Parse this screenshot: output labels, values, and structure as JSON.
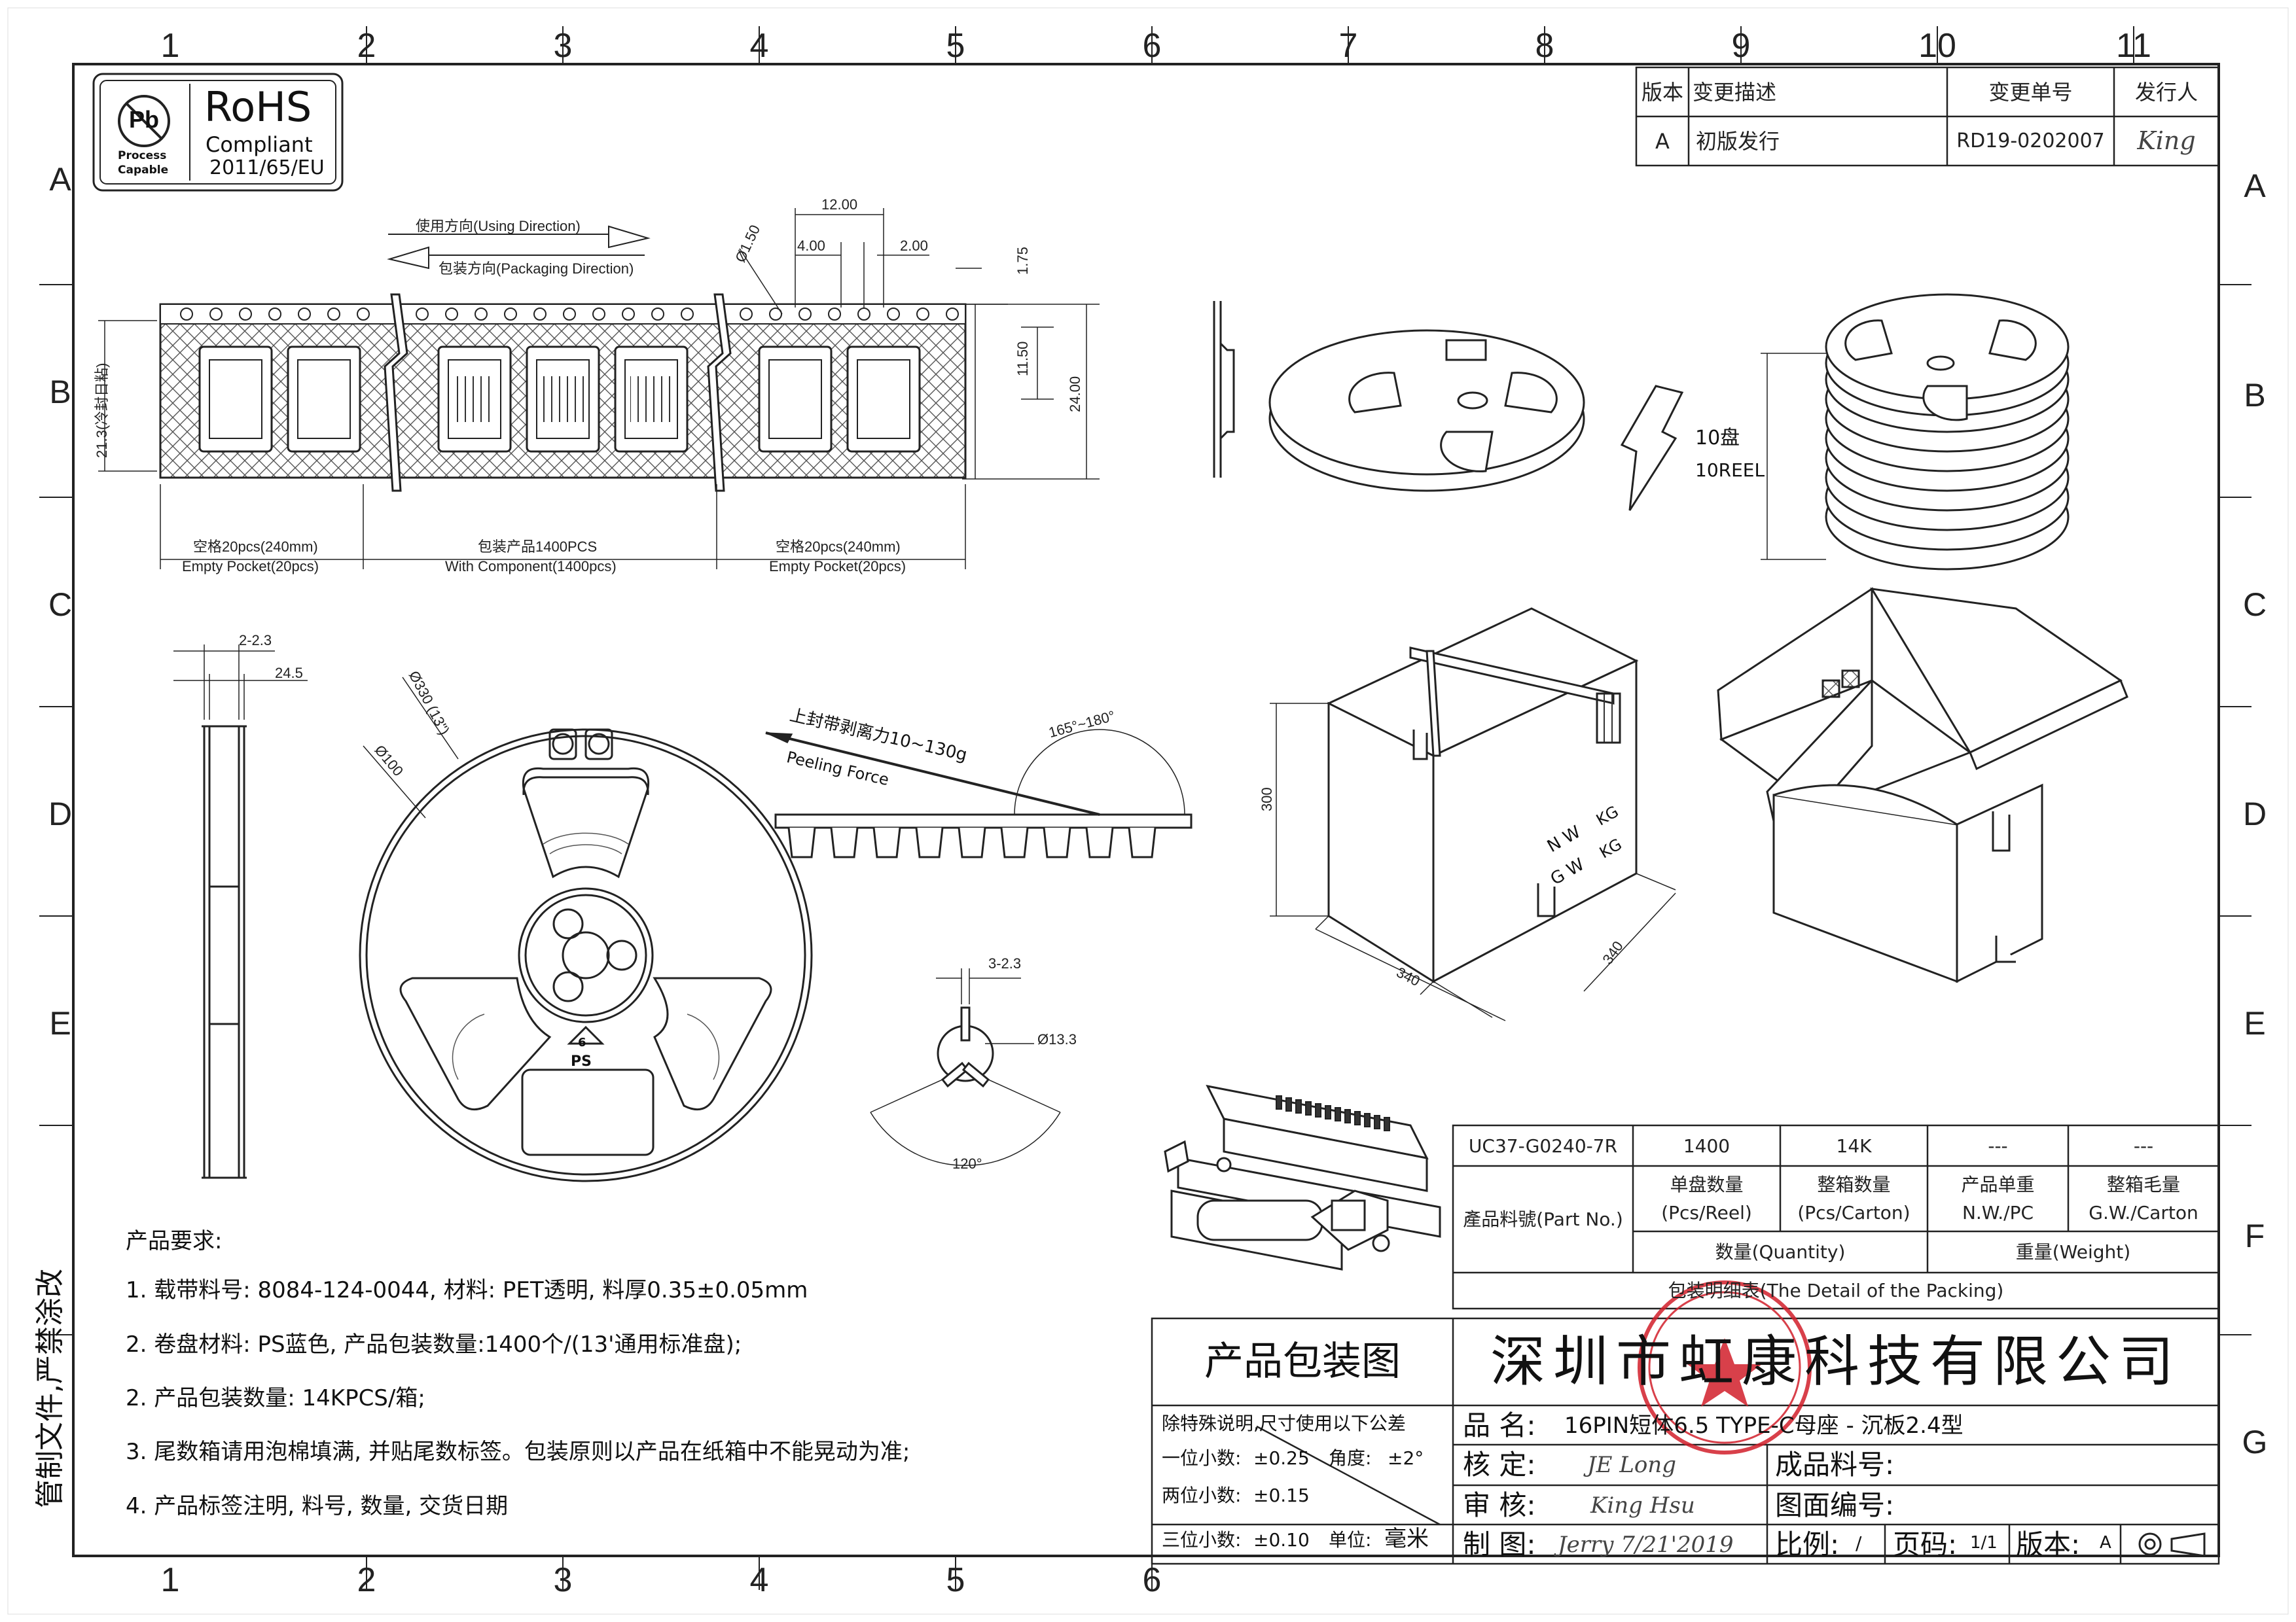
{
  "grid": {
    "columns": [
      "1",
      "2",
      "3",
      "4",
      "5",
      "6",
      "7",
      "8",
      "9",
      "10",
      "11"
    ],
    "bottom_columns": [
      "1",
      "2",
      "3",
      "4",
      "5",
      "6"
    ],
    "rows": [
      "A",
      "B",
      "C",
      "D",
      "E",
      "F",
      "G"
    ]
  },
  "rohs": {
    "symbol": "Pb",
    "process_line1": "Process",
    "process_line2": "Capable",
    "title": "RoHS",
    "line1": "Compliant",
    "line2": "2011/65/EU"
  },
  "revision": {
    "headers": [
      "版本",
      "变更描述",
      "变更单号",
      "发行人"
    ],
    "row": {
      "version": "A",
      "description": "初版发行",
      "change_no": "RD19-0202007",
      "issuer": "King"
    }
  },
  "tape": {
    "using_direction": "使用方向(Using Direction)",
    "packaging_direction": "包装方向(Packaging Direction)",
    "dims": {
      "pitch12": "12.00",
      "pitch4": "4.00",
      "pitch2": "2.00",
      "hole": "Ø1.50",
      "edge": "1.75",
      "pocket": "11.50",
      "width": "24.00",
      "seal": "21.3(冷封日粘)"
    },
    "empty_left_cn": "空格20pcs(240mm)",
    "empty_left_en": "Empty Pocket(20pcs)",
    "component_cn": "包装产品1400PCS",
    "component_en": "With Component(1400pcs)",
    "empty_right_cn": "空格20pcs(240mm)",
    "empty_right_en": "Empty Pocket(20pcs)"
  },
  "reel": {
    "count_cn": "10盘",
    "count_en": "10REEL",
    "dim_hub": "2-2.3",
    "dim_width": "24.5",
    "dim_outer": "Ø330 (13\")",
    "dim_inner": "Ø100",
    "dim_key": "3-2.3",
    "dim_bore": "Ø13.3",
    "angle": "120°",
    "recycle_mark": "PS",
    "recycle_num": "6"
  },
  "peel": {
    "label_cn": "上封带剥离力10~130g",
    "label_en": "Peeling Force",
    "angle": "165°~180°"
  },
  "carton": {
    "height": "300",
    "width": "340",
    "depth": "340",
    "nw": "N W",
    "gw": "G W",
    "kg": "KG"
  },
  "requirements": {
    "title": "产品要求:",
    "items": [
      "1. 载带料号: 8084-124-0044, 材料: PET透明, 料厚0.35±0.05mm",
      "2. 卷盘材料: PS蓝色, 产品包装数量:1400个/(13'通用标准盘);",
      "2. 产品包装数量: 14KPCS/箱;",
      "3. 尾数箱请用泡棉填满, 并贴尾数标签。包装原则以产品在纸箱中不能晃动为准;",
      "4. 产品标签注明, 料号, 数量, 交货日期"
    ]
  },
  "side_note": "管制文件,严禁涂改",
  "packing_table": {
    "values": [
      "UC37-G0240-7R",
      "1400",
      "14K",
      "---",
      "---"
    ],
    "part_label": "產品料號(Part No.)",
    "h1_cn": "单盘数量",
    "h1_en": "(Pcs/Reel)",
    "h2_cn": "整箱数量",
    "h2_en": "(Pcs/Carton)",
    "h3_cn": "产品单重",
    "h3_en": "N.W./PC",
    "h4_cn": "整箱毛量",
    "h4_en": "G.W./Carton",
    "quantity": "数量(Quantity)",
    "weight": "重量(Weight)",
    "caption": "包装明细表(The Detail of the Packing)"
  },
  "title_block": {
    "drawing_title": "产品包装图",
    "company": "深圳市虹康科技有限公司",
    "tolerance_note": "除特殊说明,尺寸使用以下公差",
    "tol1_label": "一位小数:",
    "tol1_value": "±0.25",
    "angle_label": "角度:",
    "angle_value": "±2°",
    "tol2_label": "两位小数:",
    "tol2_value": "±0.15",
    "tol3_label": "三位小数:",
    "tol3_value": "±0.10",
    "unit_label": "单位:",
    "unit_value": "毫米",
    "name_label": "品 名:",
    "name_value": "16PIN短体6.5 TYPE-C母座 - 沉板2.4型",
    "check_label": "核 定:",
    "check_value": "JE Long",
    "approve_label": "审 核:",
    "approve_value": "King Hsu",
    "draw_label": "制 图:",
    "draw_value": "Jerry 7/21'2019",
    "part_no_label": "成品料号:",
    "drawing_no_label": "图面编号:",
    "scale_label": "比例:",
    "scale_value": "/",
    "page_label": "页码:",
    "page_value": "1/1",
    "version_label": "版本:",
    "version_value": "A"
  },
  "colors": {
    "line": "#222222",
    "stamp": "#d21f2b",
    "light": "#666666"
  }
}
